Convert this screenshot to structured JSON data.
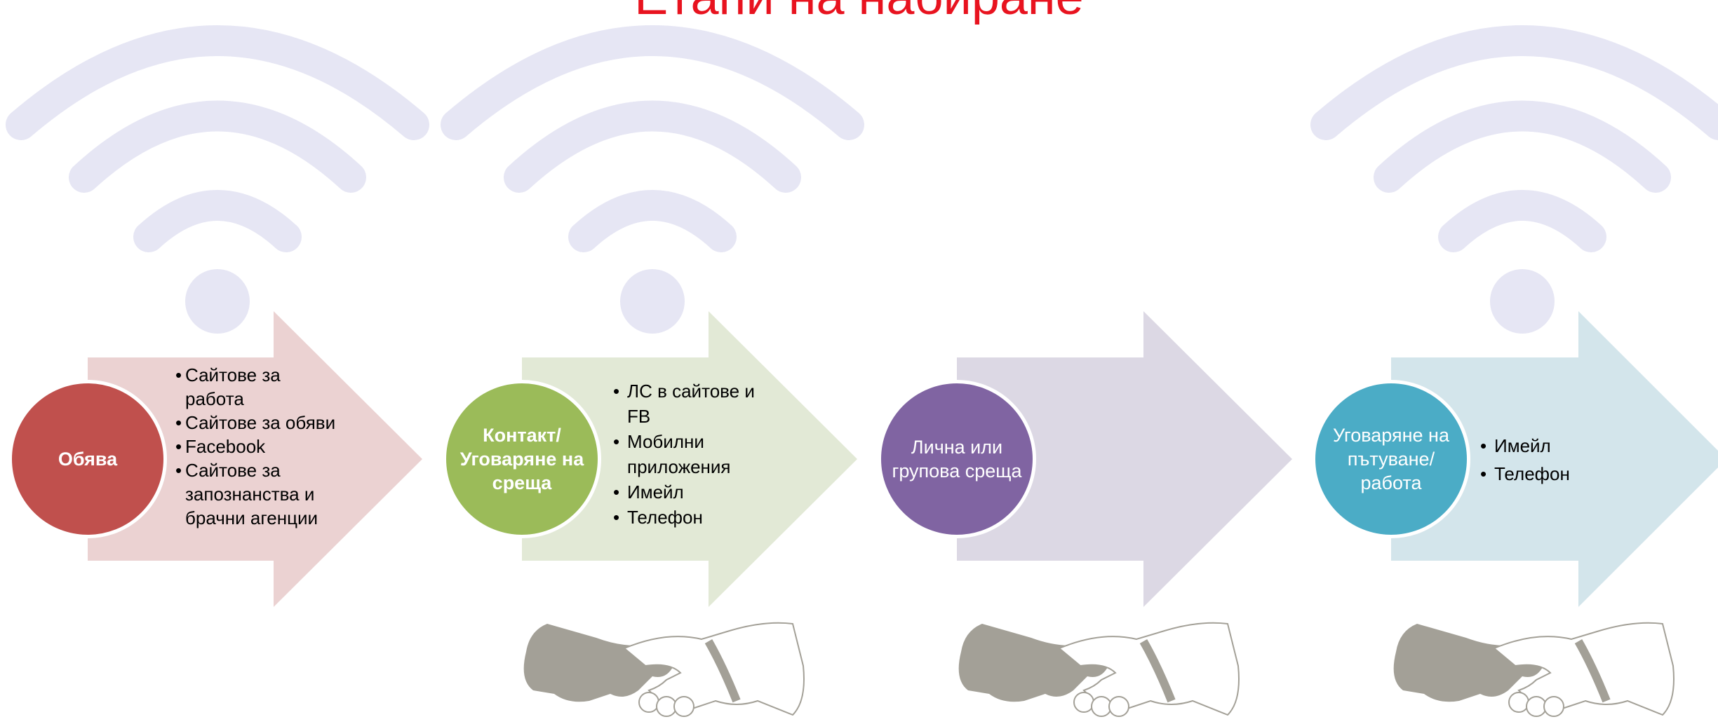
{
  "title": "Етапи на набиране",
  "colors": {
    "title": "#e8131f",
    "stage1": "#c0504d",
    "stage2": "#9bbb59",
    "stage3": "#8064a2",
    "stage4": "#4bacc6",
    "arrow1": "#ebd2d2",
    "arrow2": "#e2e9d6",
    "arrow3": "#dcd8e4",
    "arrow4": "#d3e5eb",
    "wifi": "#e6e6f4",
    "handshake": "#a3a097"
  },
  "stages": [
    {
      "label": "Обява",
      "items": [
        "Сайтове за работа",
        "Сайтове за обяви",
        "Facebook",
        "Сайтове за запознанства и брачни агенции"
      ]
    },
    {
      "label": "Контакт/ Уговаряне на среща",
      "items": [
        "ЛС в сайтове и FB",
        "Мобилни приложения",
        "Имейл",
        "Телефон"
      ]
    },
    {
      "label": "Лична или групова среща",
      "items": []
    },
    {
      "label": "Уговаряне на пътуване/ работа",
      "items": [
        "Имейл",
        "Телефон"
      ]
    }
  ],
  "decorations": {
    "wifi_icons": [
      "wifi-icon",
      "wifi-icon",
      "wifi-icon"
    ],
    "handshake_icons": [
      "handshake-icon",
      "handshake-icon",
      "handshake-icon"
    ]
  }
}
